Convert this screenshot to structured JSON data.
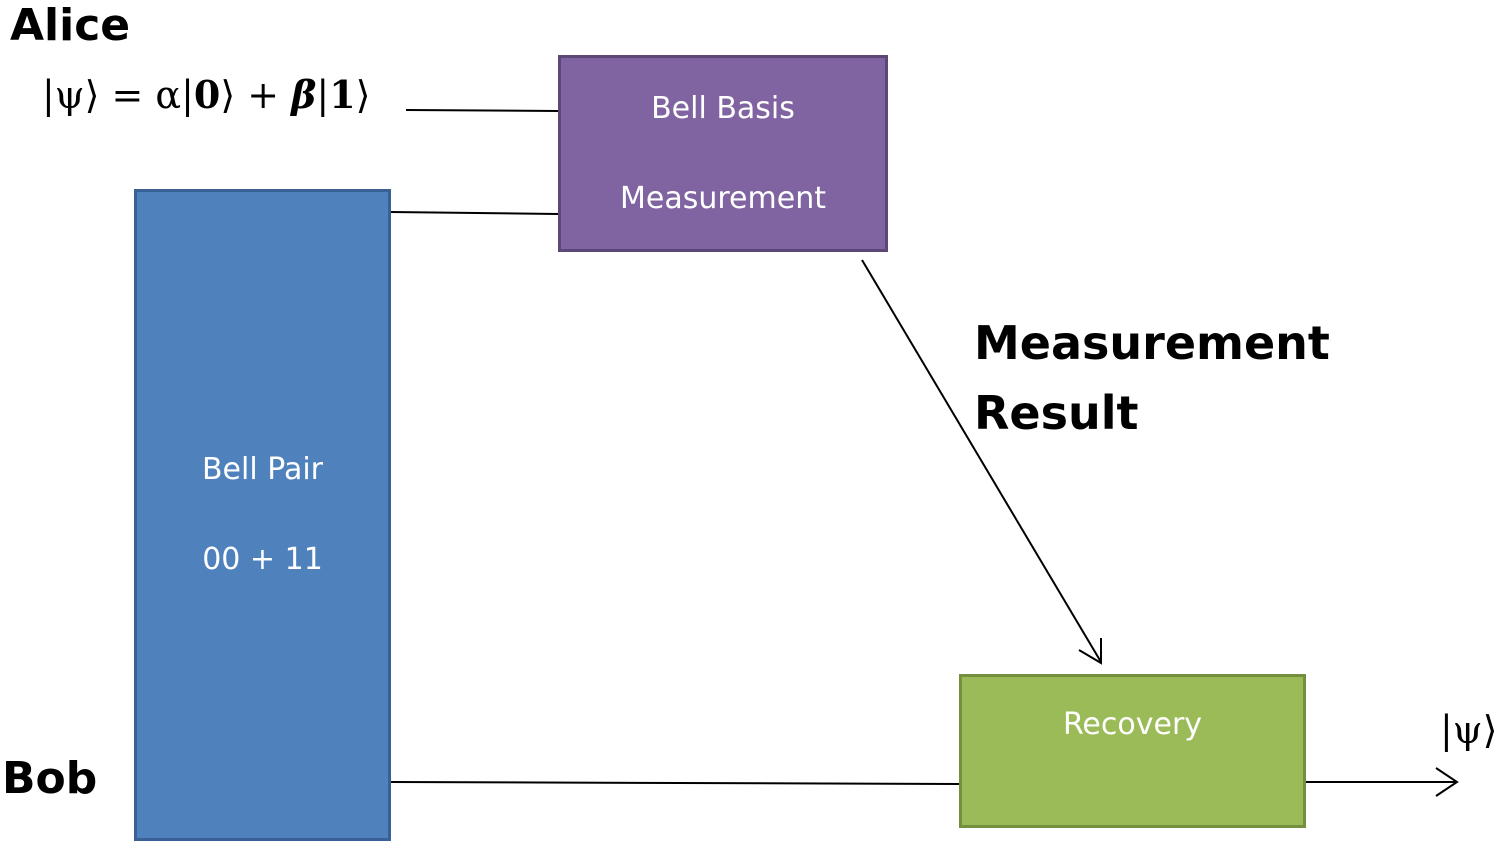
{
  "labels": {
    "alice": "Alice",
    "bob": "Bob",
    "input_state": {
      "psi_ket": "|ψ⟩ = α|",
      "zero": "0",
      "plus": "⟩ + ",
      "beta": "β",
      "bar_one": "|",
      "one": "1",
      "close": "⟩"
    },
    "output_state": "|ψ⟩"
  },
  "blocks": {
    "bell_basis": {
      "line1": "Bell Basis",
      "line2": "Measurement",
      "color": "#8064a2"
    },
    "bell_pair": {
      "line1": "Bell Pair",
      "line2": "00 + 11",
      "color": "#4f81bd"
    },
    "recovery": {
      "line1": "Recovery",
      "color": "#9bbb59"
    }
  },
  "measurement_result": {
    "line1": "Measurement",
    "line2": "Result"
  }
}
